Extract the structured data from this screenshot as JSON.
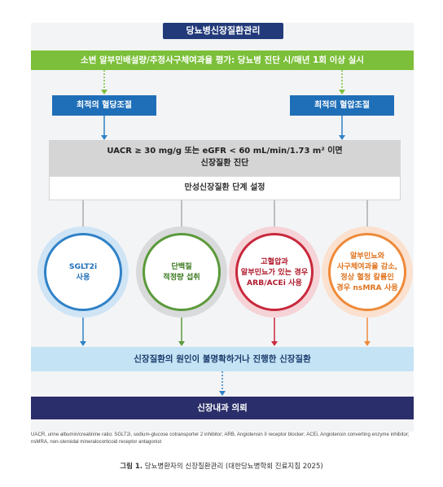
{
  "title": "당뇨병신장질환관리",
  "screening": "소변 알부민배설량/추정사구체여과율 평가: 당뇨병 진단 시/매년 1회 이상 실시",
  "bp_control_left": "최적의 혈당조절",
  "bp_control_right": "최적의 혈압조절",
  "diagnosis_line1": "UACR ≥ 30 mg/g 또는 eGFR < 60 mL/min/1.73 m² 이면",
  "diagnosis_line2": "신장질환 진단",
  "staging": "만성신장질환 단계 설정",
  "treatments": [
    {
      "line1": "SGLT2i",
      "line2": "사용",
      "line3": "",
      "color": "#2f82c7"
    },
    {
      "line1": "단백질",
      "line2": "적정량 섭취",
      "line3": "",
      "color": "#5a9a3a"
    },
    {
      "line1": "고혈압과",
      "line2": "알부민뇨가 있는 경우",
      "line3": "ARB/ACEi 사용",
      "color": "#c8283c"
    },
    {
      "line1": "알부민뇨와",
      "line2": "사구체여과율 감소,",
      "line3": "정상 혈청 칼륨인",
      "line4": "경우 nsMRA 사용",
      "color": "#ee8a3a"
    }
  ],
  "unclear_ckd": "신장질환의 원인이 불명확하거나 진행한 신장질환",
  "referral": "신장내과 의뢰",
  "footnote": "UACR, urine albumin/creatinine ratio; SGLT2i, sodium-glucose cotransporter 2 inhibitor; ARB, Angiotensin II receptor blocker; ACEi, Angiotensin converting enzyme inhibitor; nsMRA, non-steroidal mineralocorticoid receptor antagonist",
  "caption_label": "그림 1.",
  "caption_text": "당뇨병환자의 신장질환관리 (대한당뇨병학회 진료지침 2025)"
}
